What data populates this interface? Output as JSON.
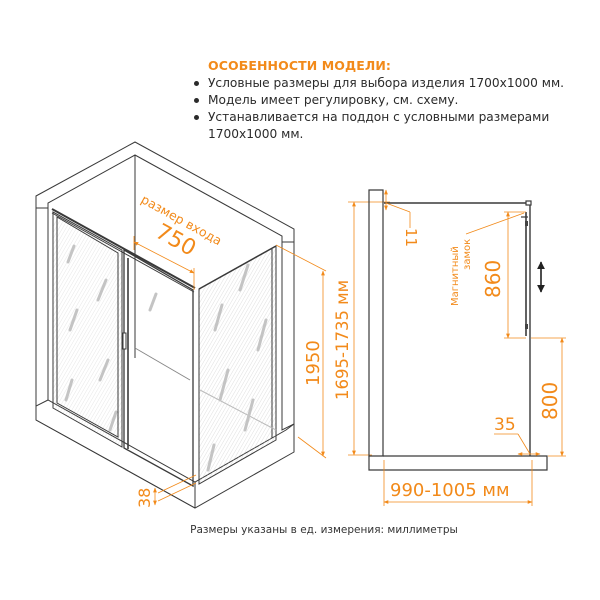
{
  "features": {
    "title": "ОСОБЕННОСТИ МОДЕЛИ:",
    "items": [
      "Условные размеры для выбора изделия 1700х1000 мм.",
      "Модель имеет регулировку, см. схему.",
      "Устанавливается на поддон с условными размерами 1700х1000 мм."
    ]
  },
  "iso_view": {
    "entry_label": "размер входа",
    "entry_width": "750",
    "height_total": "1950",
    "height_range": "1695-1735 мм",
    "base_height": "38"
  },
  "side_view": {
    "top_gap": "11",
    "magnet_label_line1": "Магнитный",
    "magnet_label_line2": "замок",
    "upper_height": "860",
    "lower_height": "800",
    "bottom_offset": "35",
    "width_range": "990-1005 мм"
  },
  "footnote": "Размеры указаны в ед. измерения: миллиметры",
  "colors": {
    "accent": "#f28a1a",
    "line": "#3a3a3a",
    "text": "#2b2b2b"
  }
}
